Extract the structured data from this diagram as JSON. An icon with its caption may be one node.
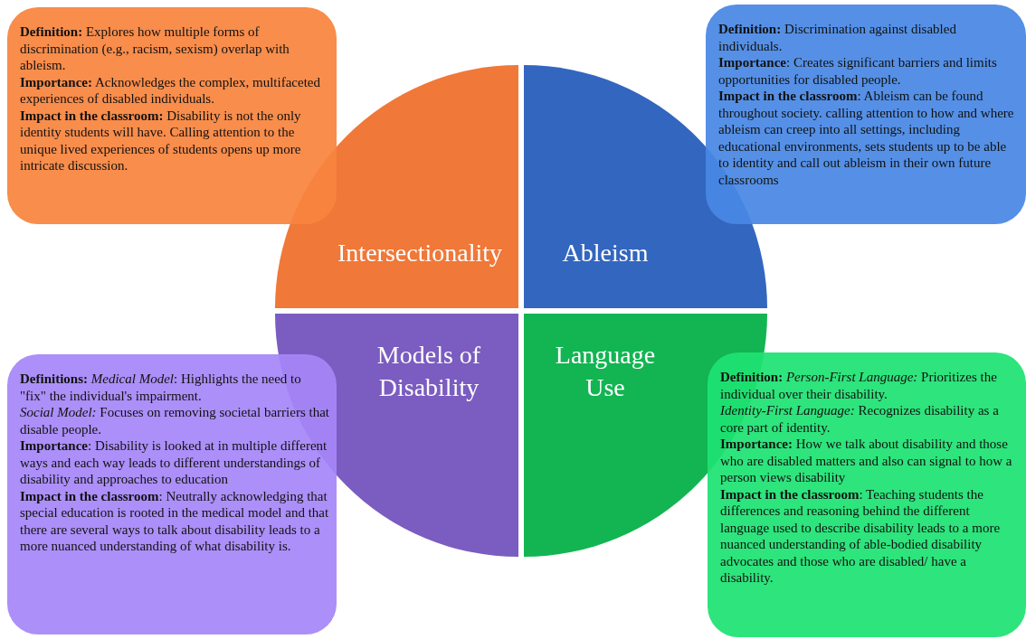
{
  "diagram": {
    "nodes": [
      {
        "text": [
          "**Definition:** Explores how multiple forms of discrimination (e.g., racism, sexism) overlap with ableism.",
          "**Importance:** Acknowledges the complex, multifaceted experiences of disabled individuals.",
          "**Impact in the classroom:** Disability is not the only identity students will have. Calling attention to the unique lived experiences of students opens up more intricate discussion."
        ]
      },
      {
        "text": [
          "**Definition:** Discrimination against disabled individuals.",
          "**Importance**: Creates significant barriers and limits opportunities for disabled people.",
          "**Impact in the classroom**: Ableism can be found throughout society. calling attention to how and where ableism can creep into all settings, including educational environments, sets students up to be able to identity and call out ableism in their own future classrooms"
        ]
      },
      {
        "text": [
          "Intersectionality"
        ]
      },
      {
        "text": [
          "Ableism"
        ]
      },
      {
        "text": [
          "Models of Disability"
        ]
      },
      {
        "text": [
          "Language Use"
        ]
      },
      {
        "text": [
          "**Definitions:** *Medical Model*: Highlights the need to \"fix\" the individual's impairment.",
          "*Social Model:* Focuses on removing societal barriers that disable people.",
          "**Importance**: Disability is looked at in multiple different ways and each way leads to different understandings of disability and approaches to education",
          "**Impact in the classroom**: Neutrally acknowledging that special education is rooted in the medical model and that there are several ways to talk about disability leads to a more nuanced understanding of what disability is."
        ]
      },
      {
        "text": [
          "**Definition:** *Person-First Language:* Prioritizes the individual over their disability.",
          "*Identity-First Language:* Recognizes disability as a core part of identity.",
          "**Importance:** How we talk about disability and those who are disabled matters and also can signal to how a person views disability",
          "**Impact in the classroom**: Teaching students the differences and reasoning behind the different language used to describe disability leads to a more nuanced understanding of able-bodied disability advocates and those who are disabled/ have a disability."
        ]
      }
    ]
  }
}
